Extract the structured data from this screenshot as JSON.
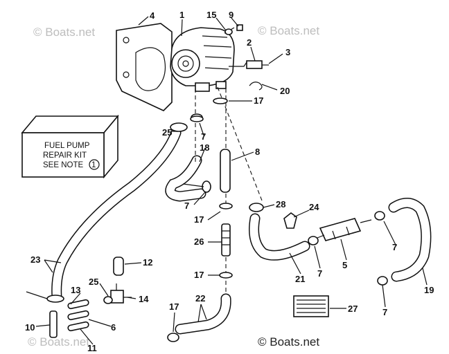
{
  "watermarks": [
    "© Boats.net",
    "© Boats.net",
    "© Boats.net",
    "© Boats.net"
  ],
  "kit_box": {
    "lines": [
      "FUEL PUMP",
      "REPAIR KIT",
      "SEE NOTE"
    ],
    "note_number": "1"
  },
  "callouts": [
    "1",
    "15",
    "9",
    "4",
    "2",
    "3",
    "20",
    "17",
    "25",
    "7",
    "18",
    "8",
    "7",
    "28",
    "24",
    "17",
    "26",
    "7",
    "7",
    "5",
    "21",
    "19",
    "17",
    "23",
    "12",
    "25",
    "13",
    "14",
    "10",
    "6",
    "11",
    "17",
    "22",
    "27",
    "7"
  ]
}
